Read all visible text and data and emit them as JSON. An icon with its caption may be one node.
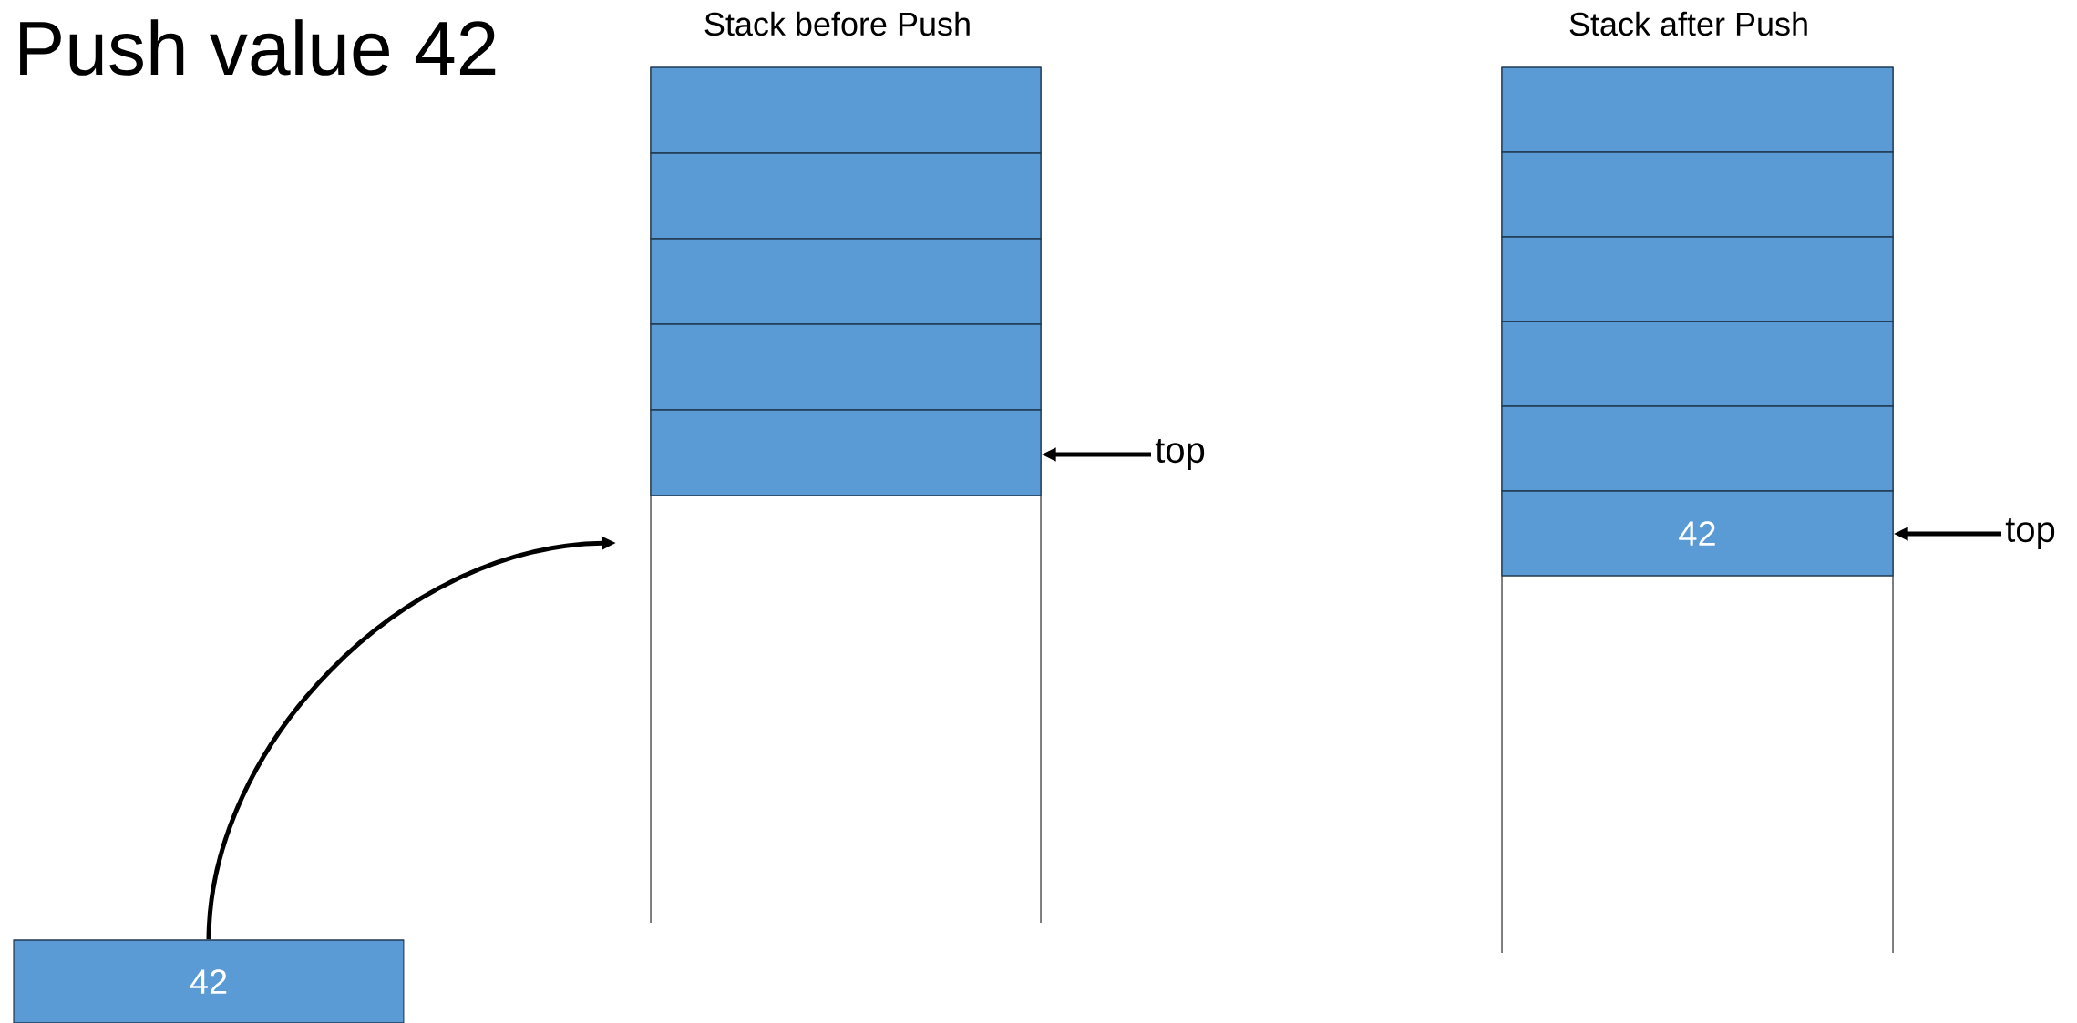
{
  "diagram": {
    "title": "Push value 42",
    "nodes": [
      {
        "text": [],
        "shape": "box"
      },
      {
        "text": [],
        "shape": "box"
      },
      {
        "text": [],
        "shape": "box"
      },
      {
        "text": [],
        "shape": "box"
      },
      {
        "text": [],
        "shape": "box"
      },
      {
        "text": [
          "top"
        ]
      },
      {
        "text": [],
        "shape": "box"
      },
      {
        "text": [],
        "shape": "box"
      },
      {
        "text": [],
        "shape": "box"
      },
      {
        "text": [],
        "shape": "box"
      },
      {
        "text": [],
        "shape": "box"
      },
      {
        "text": [
          "42"
        ]
      },
      {
        "text": [
          "top"
        ]
      },
      {
        "text": [
          "42"
        ]
      }
    ],
    "edges": [
      {
        "from": 5,
        "to": 4,
        "arrow": "to"
      },
      {
        "from": 12,
        "to": 11,
        "arrow": "to"
      },
      {
        "from": 13,
        "to": null,
        "arrow": "to"
      }
    ],
    "labels": [
      "Stack before Push",
      "Stack after Push"
    ]
  }
}
